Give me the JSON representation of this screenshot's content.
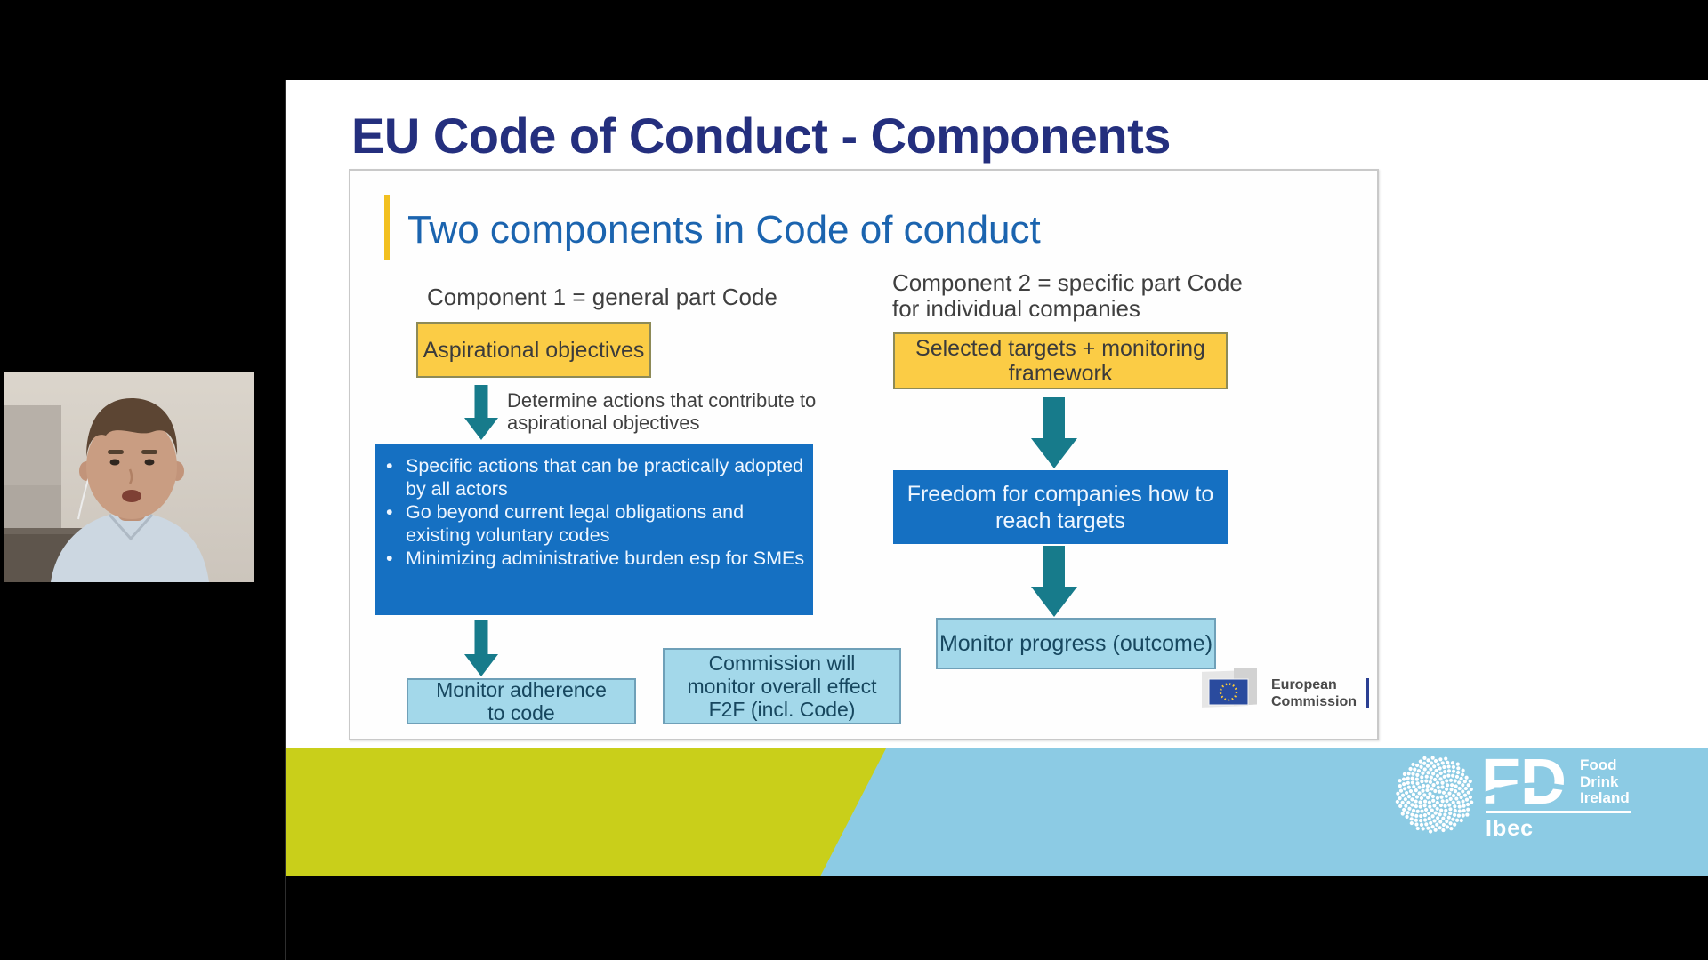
{
  "slide": {
    "title": "EU Code of Conduct - Components",
    "heading": "Two components in Code of conduct",
    "left_column": {
      "label": "Component 1 = general part Code",
      "aspirational_box": "Aspirational objectives",
      "arrow_note_line1": "Determine actions that contribute to",
      "arrow_note_line2": "aspirational objectives",
      "bullets": [
        "Specific actions that can be practically adopted by all actors",
        "Go beyond current legal obligations and existing voluntary codes",
        "Minimizing administrative burden esp for SMEs"
      ],
      "monitor_box_line1": "Monitor adherence",
      "monitor_box_line2": "to code",
      "commission_box_line1": "Commission will",
      "commission_box_line2": "monitor overall effect",
      "commission_box_line3": "F2F (incl. Code)"
    },
    "right_column": {
      "label_line1": "Component 2 = specific part Code",
      "label_line2": "for individual companies",
      "targets_box_line1": "Selected targets + monitoring",
      "targets_box_line2": "framework",
      "freedom_box_line1": "Freedom for companies how to",
      "freedom_box_line2": "reach targets",
      "progress_box": "Monitor progress (outcome)"
    },
    "ec_logo": {
      "line1": "European",
      "line2": "Commission"
    }
  },
  "footer": {
    "fd_acronym": "FD",
    "brand_line1": "Food",
    "brand_line2": "Drink",
    "brand_line3": "Ireland",
    "ibec": "Ibec"
  },
  "colors": {
    "title_navy": "#242f7e",
    "heading_blue": "#1b64af",
    "gold_accent": "#f2c020",
    "yellow_box": "#fbcc45",
    "blue_box": "#1570c2",
    "light_blue_box": "#a3d8ea",
    "arrow_teal": "#177b8b",
    "band_green": "#c9cf1a",
    "band_blue": "#8ccbe4"
  }
}
